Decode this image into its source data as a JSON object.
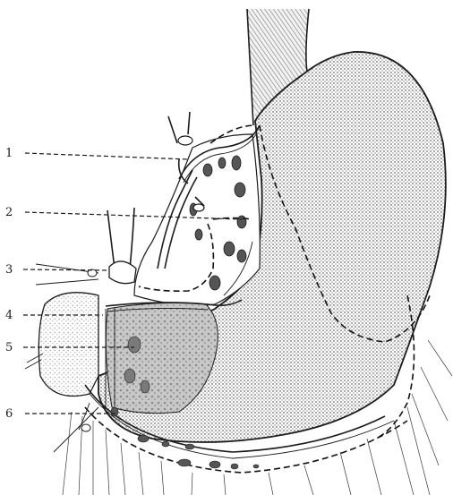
{
  "labels": [
    {
      "id": "1",
      "text": "1"
    },
    {
      "id": "2",
      "text": "2"
    },
    {
      "id": "3",
      "text": "3"
    },
    {
      "id": "4",
      "text": "4"
    },
    {
      "id": "5",
      "text": "5"
    },
    {
      "id": "6",
      "text": "6"
    }
  ],
  "colors": {
    "ink": "#1c1c1c",
    "background": "#ffffff",
    "stomach_stipple": "#8a8a8a",
    "nodes": "#555555"
  }
}
